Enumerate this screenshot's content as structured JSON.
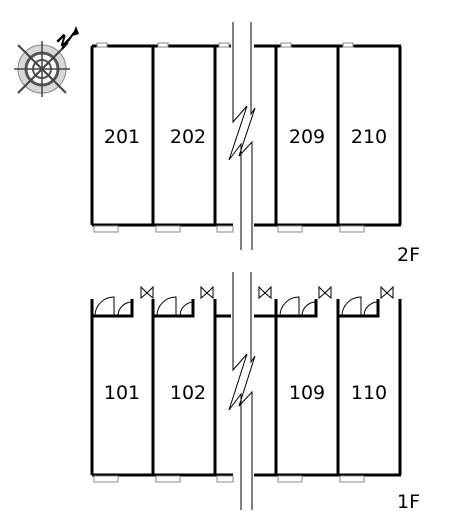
{
  "compass": {
    "letter": "N",
    "icon": "compass-rose-icon"
  },
  "floors": [
    {
      "label": "2F",
      "rooms": [
        "201",
        "202",
        "209",
        "210"
      ]
    },
    {
      "label": "1F",
      "rooms": [
        "101",
        "102",
        "109",
        "110"
      ]
    }
  ]
}
